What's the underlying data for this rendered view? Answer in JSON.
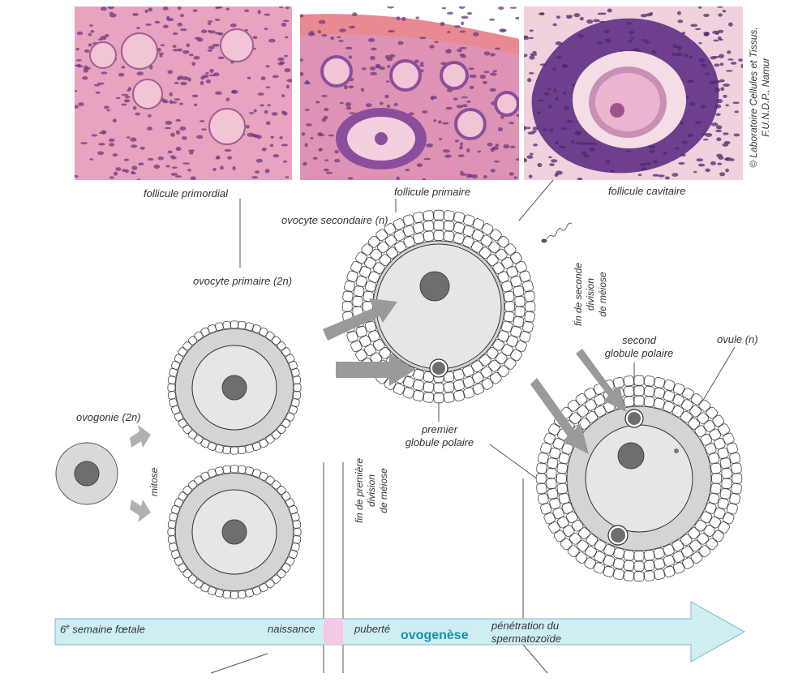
{
  "photos": {
    "primordial": "follicule primordial",
    "primaire": "follicule primaire",
    "cavitaire": "follicule cavitaire",
    "credit": [
      "© Laboratoire Cellules et Tissus,",
      "F.U.N.D.P., Namur"
    ]
  },
  "labels": {
    "ovocyte_secondaire": "ovocyte secondaire (n)",
    "ovocyte_primaire": "ovocyte primaire (2n)",
    "ovogonie": "ovogonie (2n)",
    "mitose": "mitose",
    "fin_premiere": [
      "fin de première",
      "division",
      "de méiose"
    ],
    "fin_seconde": [
      "fin de seconde",
      "division",
      "de méiose"
    ],
    "second_globule": [
      "second",
      "globule polaire"
    ],
    "ovule": "ovule (n)",
    "premier_globule": [
      "premier",
      "globule polaire"
    ]
  },
  "timeline": {
    "start_prefix": "6",
    "start_sup": "e",
    "start_rest": " semaine fœtale",
    "naissance": "naissance",
    "puberte": "puberté",
    "title": "ovogenèse",
    "penetration": [
      "pénétration du",
      "spermatozoïde"
    ]
  },
  "colors": {
    "timeline_fill": "#cfeef2",
    "timeline_stroke": "#7fb8c4",
    "birth_band": "#f2c9e6",
    "brand": "#1a8fb0",
    "cytoplasm": "#d4d4d4",
    "ooplasm": "#e6e6e6",
    "nucleus": "#6e6e6e",
    "histo_bg": "#e9a9c3",
    "histo_cell": "#7a3d86"
  }
}
